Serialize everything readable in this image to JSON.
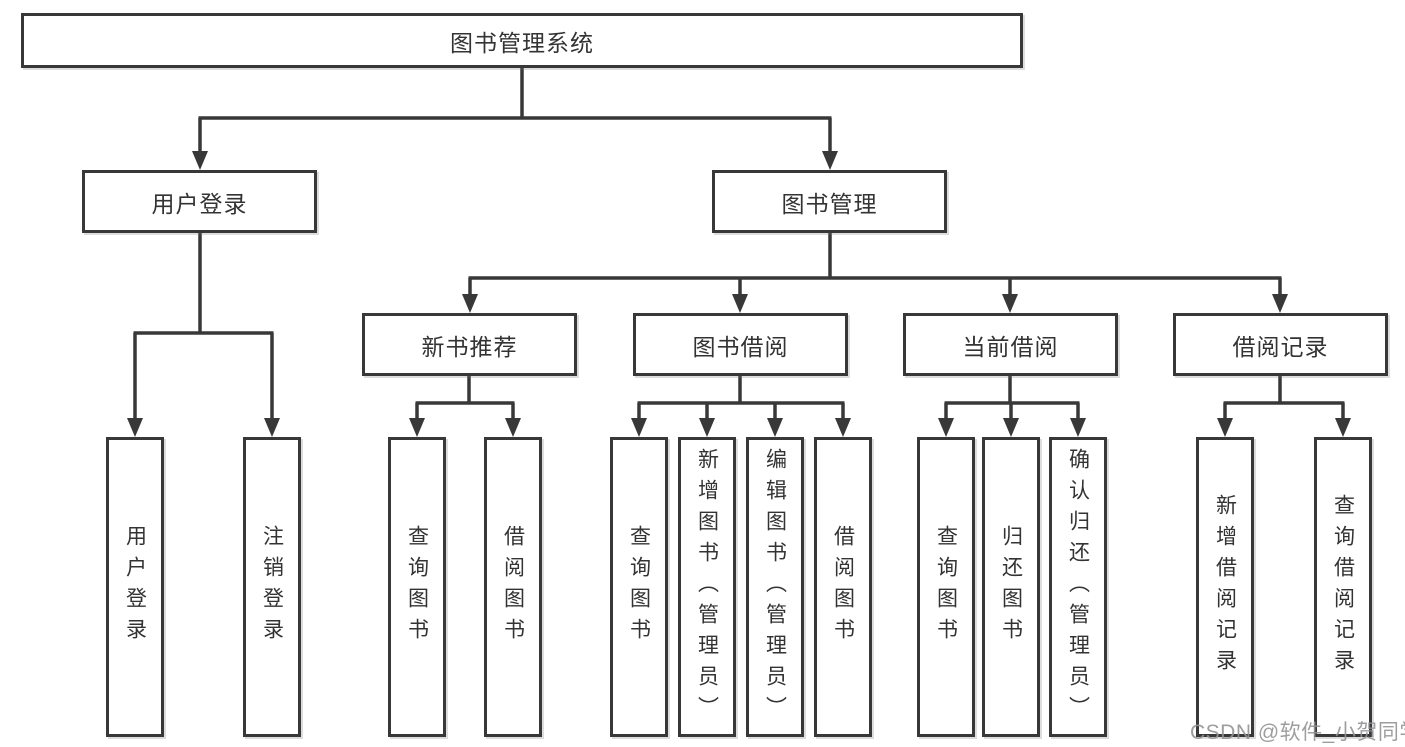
{
  "tree": {
    "root": {
      "label": "图书管理系统",
      "children": [
        {
          "label": "用户登录",
          "children": [
            {
              "label": "用户登录"
            },
            {
              "label": "注销登录"
            }
          ]
        },
        {
          "label": "图书管理",
          "children": [
            {
              "label": "新书推荐",
              "children": [
                {
                  "label": "查询图书"
                },
                {
                  "label": "借阅图书"
                }
              ]
            },
            {
              "label": "图书借阅",
              "children": [
                {
                  "label": "查询图书"
                },
                {
                  "label": "新增图书（管理员）"
                },
                {
                  "label": "编辑图书（管理员）"
                },
                {
                  "label": "借阅图书"
                }
              ]
            },
            {
              "label": "当前借阅",
              "children": [
                {
                  "label": "查询图书"
                },
                {
                  "label": "归还图书"
                },
                {
                  "label": "确认归还（管理员）"
                }
              ]
            },
            {
              "label": "借阅记录",
              "children": [
                {
                  "label": "新增借阅记录"
                },
                {
                  "label": "查询借阅记录"
                }
              ]
            }
          ]
        }
      ]
    }
  },
  "watermark": {
    "text": "CSDN @软件_小贺同学"
  },
  "colors": {
    "line": "#383838",
    "node_border": "#383838",
    "node_text": "#333333",
    "watermark": "#949496",
    "background": "#ffffff"
  }
}
